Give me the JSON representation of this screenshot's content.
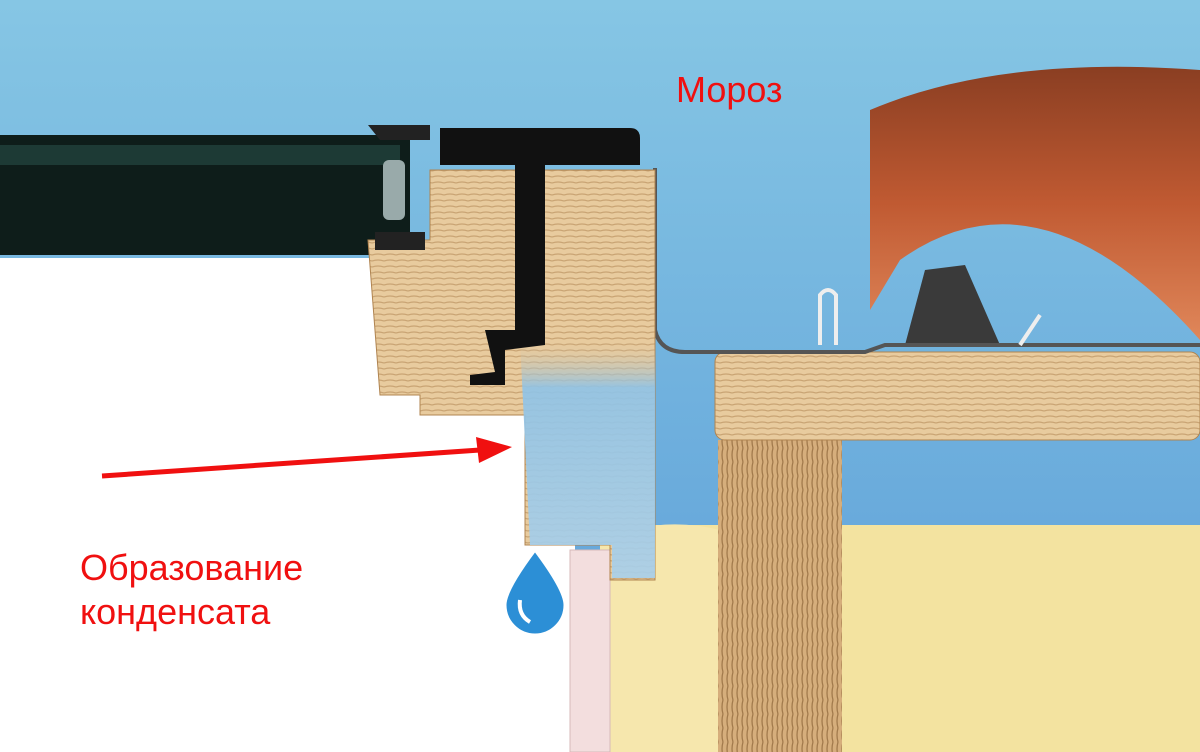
{
  "labels": {
    "frost": "Мороз",
    "condensation_line1": "Образование",
    "condensation_line2": "конденсата"
  },
  "colors": {
    "sky": "#7bbde0",
    "annotation": "#f01010",
    "wood": "#e6c79a",
    "wet_wood": "#9cc8e6",
    "insulation": "#f3e3a0",
    "roof_tile": "#c8643a"
  }
}
